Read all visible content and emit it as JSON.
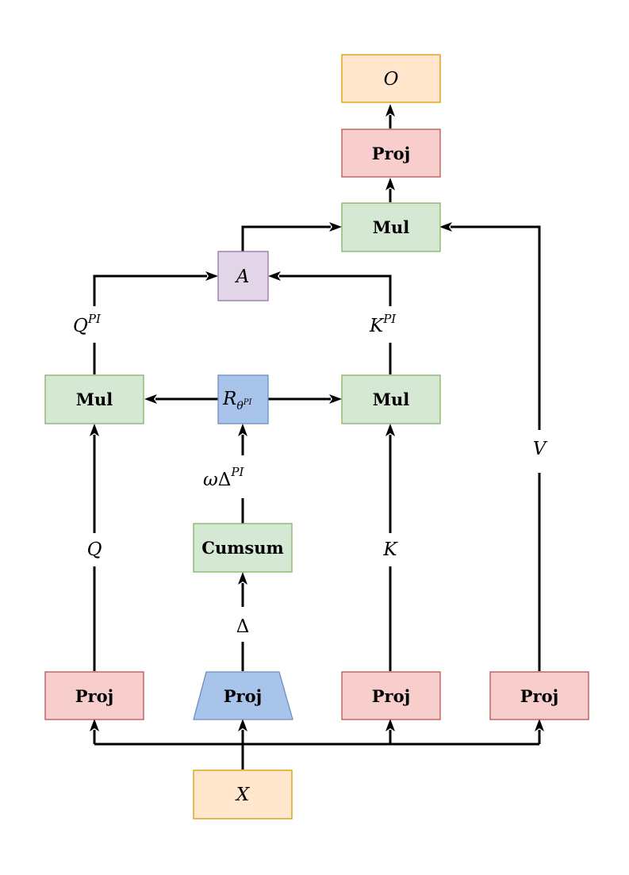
{
  "nodes": {
    "x_input": {
      "label": "X"
    },
    "output": {
      "label": "O"
    },
    "proj_out": {
      "label": "Proj"
    },
    "mul_top": {
      "label": "Mul"
    },
    "attention": {
      "label": "A"
    },
    "mul_left": {
      "label": "Mul"
    },
    "mul_right": {
      "label": "Mul"
    },
    "rotation": {
      "label": "R",
      "sub": "θ",
      "subsup": "PI"
    },
    "cumsum": {
      "label": "Cumsum"
    },
    "proj_q": {
      "label": "Proj"
    },
    "proj_delta": {
      "label": "Proj"
    },
    "proj_k": {
      "label": "Proj"
    },
    "proj_v": {
      "label": "Proj"
    }
  },
  "edge_labels": {
    "q_pi": {
      "base": "Q",
      "sup": "PI"
    },
    "k_pi": {
      "base": "K",
      "sup": "PI"
    },
    "omega_delta_pi": {
      "omega": "ω",
      "delta": "Δ",
      "sup": "PI"
    },
    "delta": {
      "text": "Δ"
    },
    "q": {
      "text": "Q"
    },
    "k": {
      "text": "K"
    },
    "v": {
      "text": "V"
    }
  },
  "colors": {
    "orange_fill": "#ffe6cc",
    "orange_stroke": "#d79b00",
    "red_fill": "#f8cecc",
    "red_stroke": "#b85450",
    "green_fill": "#d5e8d4",
    "green_stroke": "#82b366",
    "blue_fill": "#a9c4eb",
    "blue_stroke": "#6c8ebf",
    "purple_fill": "#e1d5e7",
    "purple_stroke": "#9673a6"
  }
}
